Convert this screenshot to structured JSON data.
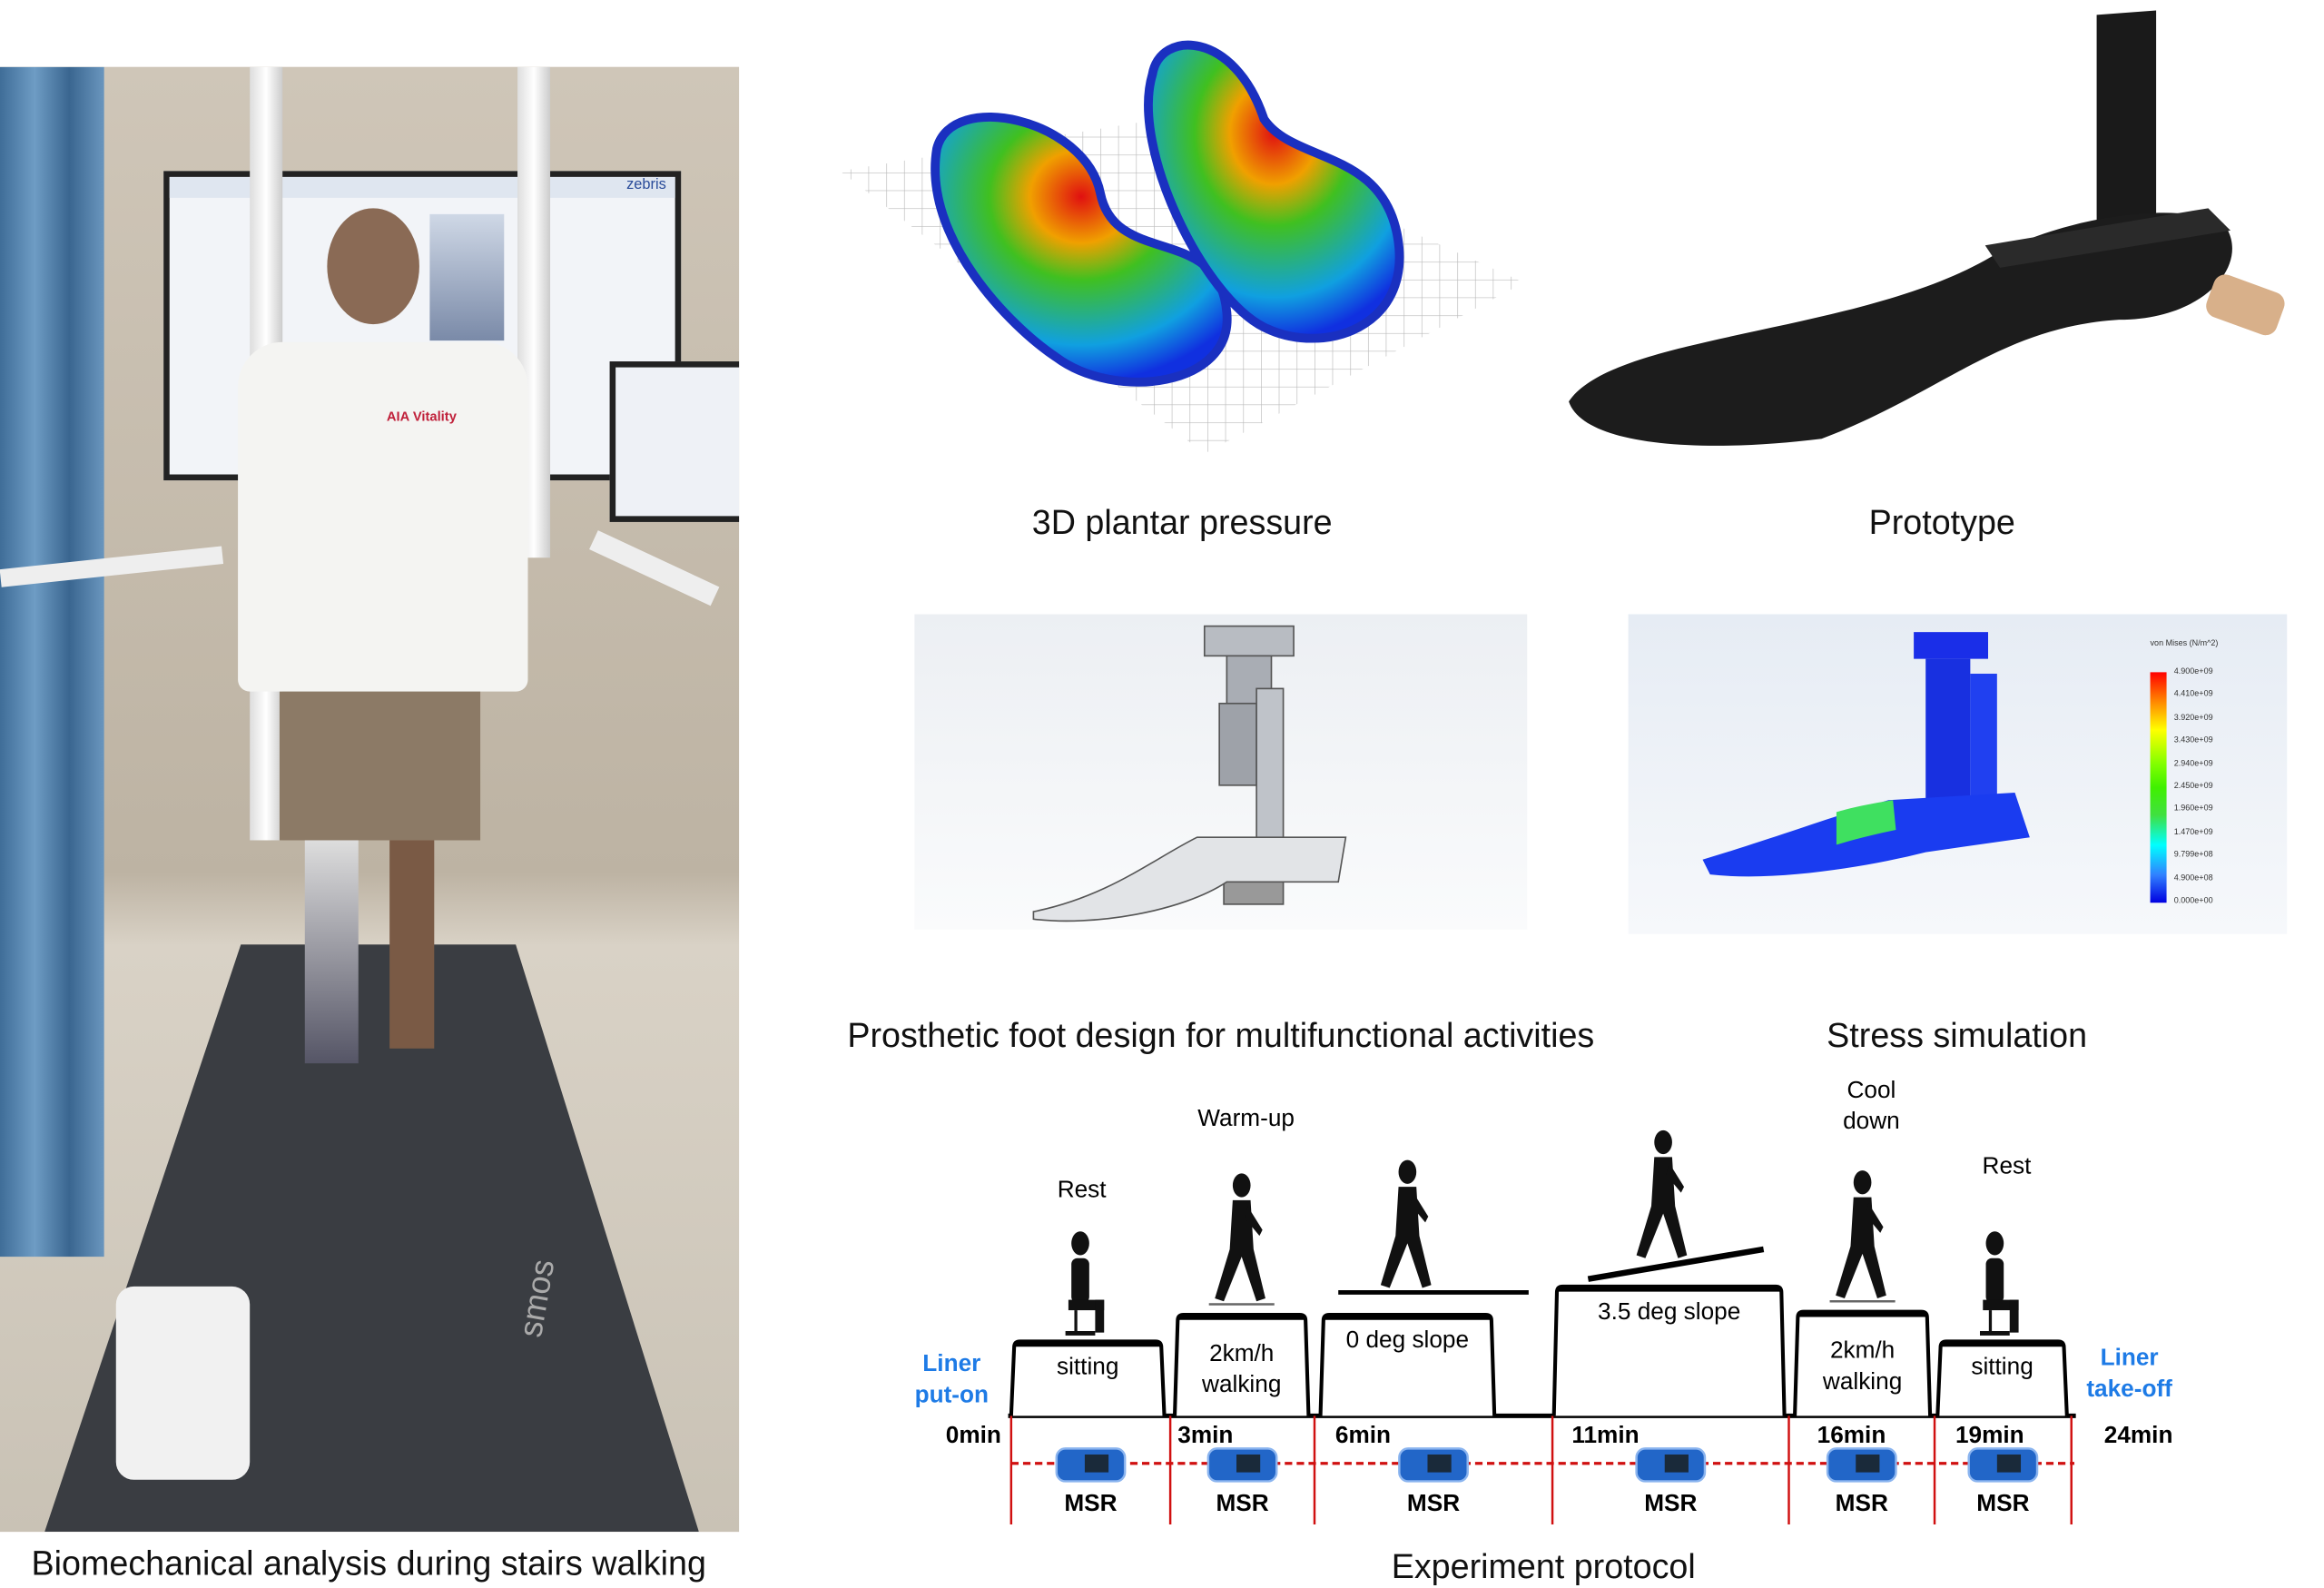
{
  "panels": {
    "photo": {
      "caption": "Biomechanical analysis during stairs walking",
      "screen_brand": "zebris",
      "shirt_text": "AIA Vitality",
      "treadmill_text": "smos"
    },
    "plantar": {
      "caption": "3D plantar pressure"
    },
    "prototype": {
      "caption": "Prototype"
    },
    "design": {
      "caption": "Prosthetic foot design for multifunctional activities"
    },
    "stress": {
      "caption": "Stress simulation",
      "legend_title": "von Mises (N/m^2)",
      "legend_values": [
        "4.900e+09",
        "4.410e+09",
        "3.920e+09",
        "3.430e+09",
        "2.940e+09",
        "2.450e+09",
        "1.960e+09",
        "1.470e+09",
        "9.799e+08",
        "4.900e+08",
        "0.000e+00"
      ],
      "colors": [
        "#ff0000",
        "#ff8000",
        "#ffff00",
        "#80ff00",
        "#00ff00",
        "#00ffff",
        "#0000ff"
      ]
    }
  },
  "protocol": {
    "caption": "Experiment protocol",
    "start_label": [
      "Liner",
      "put-on"
    ],
    "end_label": [
      "Liner",
      "take-off"
    ],
    "label_color": "#1e7be6",
    "line_color": "#d01010",
    "stages": [
      {
        "activity": "Rest",
        "box": [
          "sitting"
        ],
        "pose": "sit"
      },
      {
        "activity": "Warm-up",
        "box": [
          "2km/h",
          "walking"
        ],
        "pose": "walk"
      },
      {
        "activity": "",
        "box": [
          "0 deg slope"
        ],
        "pose": "walk-flat"
      },
      {
        "activity": "",
        "box": [
          "3.5 deg slope"
        ],
        "pose": "walk-slope"
      },
      {
        "activity": "Cool down",
        "box": [
          "2km/h",
          "walking"
        ],
        "pose": "walk"
      },
      {
        "activity": "Rest",
        "box": [
          "sitting"
        ],
        "pose": "sit"
      }
    ],
    "times": [
      "0min",
      "3min",
      "6min",
      "11min",
      "16min",
      "19min",
      "24min"
    ],
    "sensor_label": "MSR"
  }
}
